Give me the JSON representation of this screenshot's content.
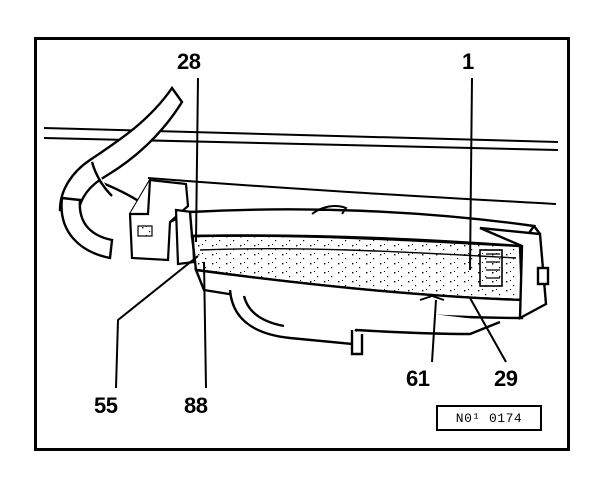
{
  "callouts": {
    "c28": "28",
    "c1": "1",
    "c55": "55",
    "c88": "88",
    "c61": "61",
    "c29": "29"
  },
  "reference": {
    "code": "N0¹ 0174"
  },
  "colors": {
    "ink": "#000000",
    "paper": "#ffffff"
  }
}
